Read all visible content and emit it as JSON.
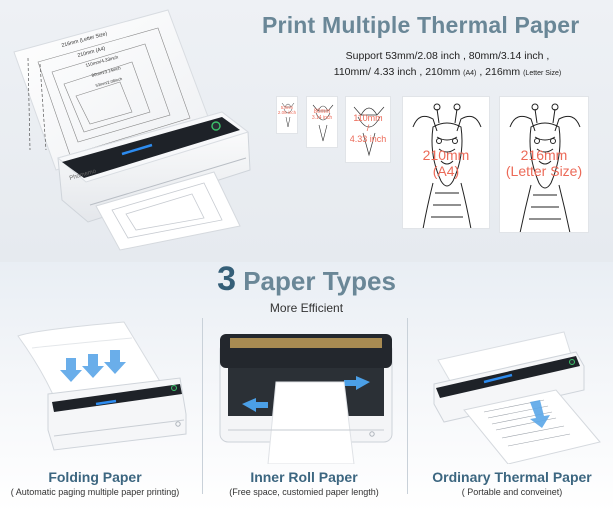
{
  "header": {
    "title": "Print Multiple Thermal Paper",
    "support_line1": "Support 53mm/2.08 inch ,   80mm/3.14 inch ,",
    "support_line2_a": "110mm/ 4.33 inch ,  210mm",
    "support_line2_a4": "(A4)",
    "support_line2_b": ",  216mm",
    "support_line2_letter": "(Letter Size)"
  },
  "hero_sheet_labels": {
    "l1": "216mm (Letter Size)",
    "l2": "210mm (A4)",
    "l3": "110mm/4.33inch",
    "l4": "80mm/3.14inch",
    "l5": "53mm/2.08inch"
  },
  "brand": {
    "name": "Phomemo"
  },
  "samples": [
    {
      "line1": "53mm",
      "line2": "2.08 inch"
    },
    {
      "line1": "80mm",
      "line2": "3.14 inch"
    },
    {
      "line1": "110mm",
      "line2": "/",
      "line3": "4.33 inch"
    },
    {
      "line1": "210mm",
      "line2": "(A4)"
    },
    {
      "line1": "216mm",
      "line2": "(Letter Size)"
    }
  ],
  "types": {
    "number": "3",
    "title": " Paper Types",
    "subtitle": "More Efficient"
  },
  "captions": [
    {
      "title": "Folding Paper",
      "sub": "( Automatic paging multiple paper printing)"
    },
    {
      "title": "Inner Roll Paper",
      "sub": "(Free space, customied paper length)"
    },
    {
      "title": "Ordinary Thermal Paper",
      "sub": "( Portable and conveinet)"
    }
  ],
  "colors": {
    "heading": "#6a8797",
    "heading_dark": "#355f78",
    "caption": "#3c6680",
    "label_red": "#ec6a58",
    "indicator_blue": "#2d8cf0",
    "power_green": "#3cc26a"
  }
}
